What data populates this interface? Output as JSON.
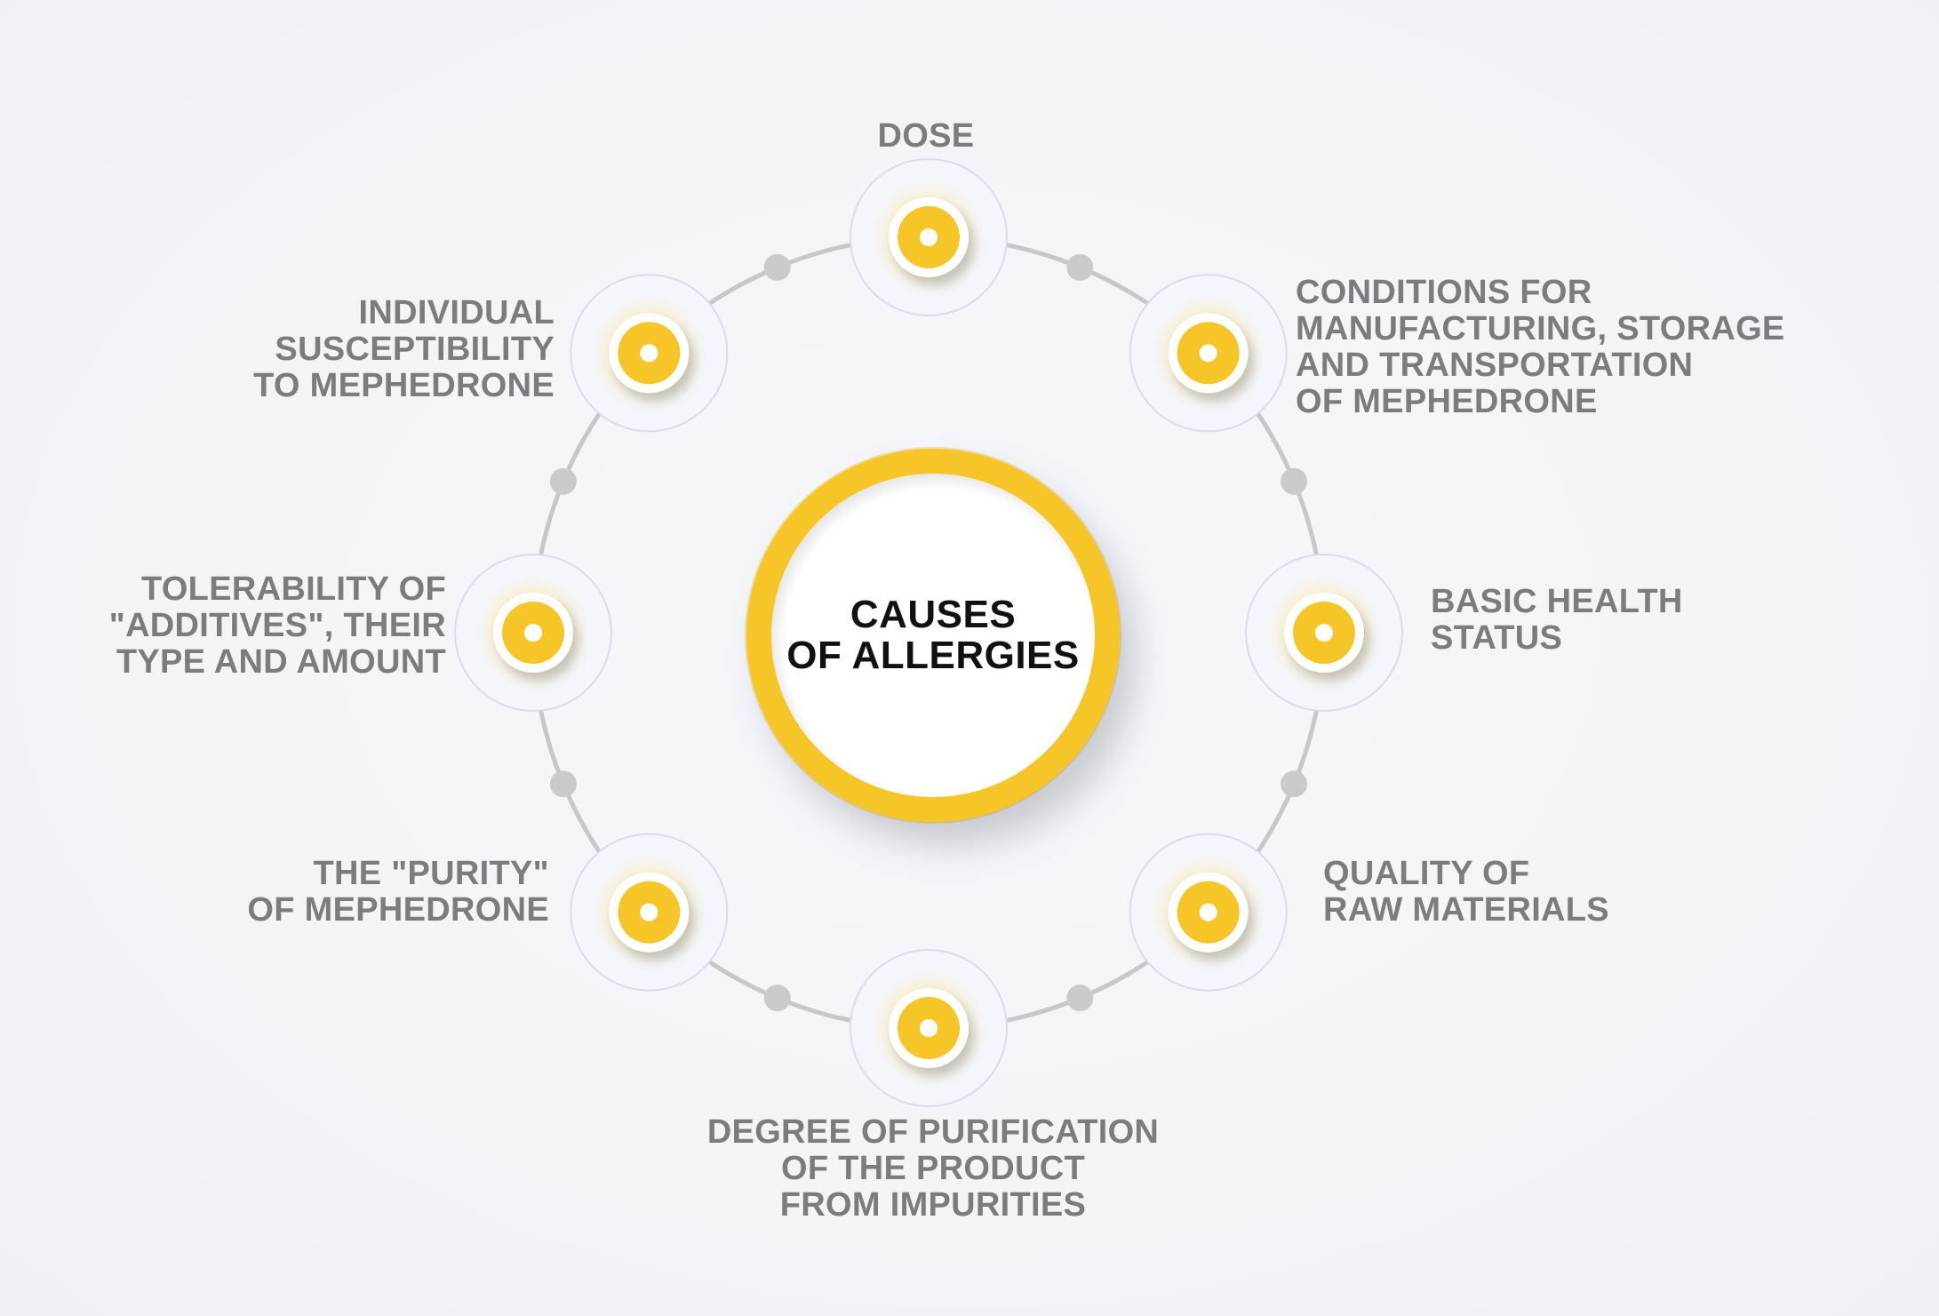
{
  "diagram": {
    "center_title": "CAUSES\nOF ALLERGIES",
    "nodes": [
      {
        "id": "dose",
        "label": "DOSE"
      },
      {
        "id": "conditions",
        "label": "CONDITIONS FOR\nMANUFACTURING, STORAGE\nAND TRANSPORTATION\nOF MEPHEDRONE"
      },
      {
        "id": "health",
        "label": "BASIC HEALTH\nSTATUS"
      },
      {
        "id": "quality",
        "label": "QUALITY OF\nRAW MATERIALS"
      },
      {
        "id": "purification",
        "label": "DEGREE OF PURIFICATION\nOF THE PRODUCT\nFROM IMPURITIES"
      },
      {
        "id": "purity",
        "label": "THE \"PURITY\"\nOF MEPHEDRONE"
      },
      {
        "id": "tolerability",
        "label": "TOLERABILITY OF\n\"ADDITIVES\", THEIR\nTYPE AND AMOUNT"
      },
      {
        "id": "susceptibility",
        "label": "INDIVIDUAL\nSUSCEPTIBILITY\nTO MEPHEDRONE"
      }
    ]
  },
  "colors": {
    "accent_yellow": "#f6c628",
    "label_gray": "#7b7c80",
    "ring_gray": "#c6c7cb",
    "dot_gray": "#c9cacd",
    "center_text": "#111111",
    "background": "#f3f5f9"
  }
}
